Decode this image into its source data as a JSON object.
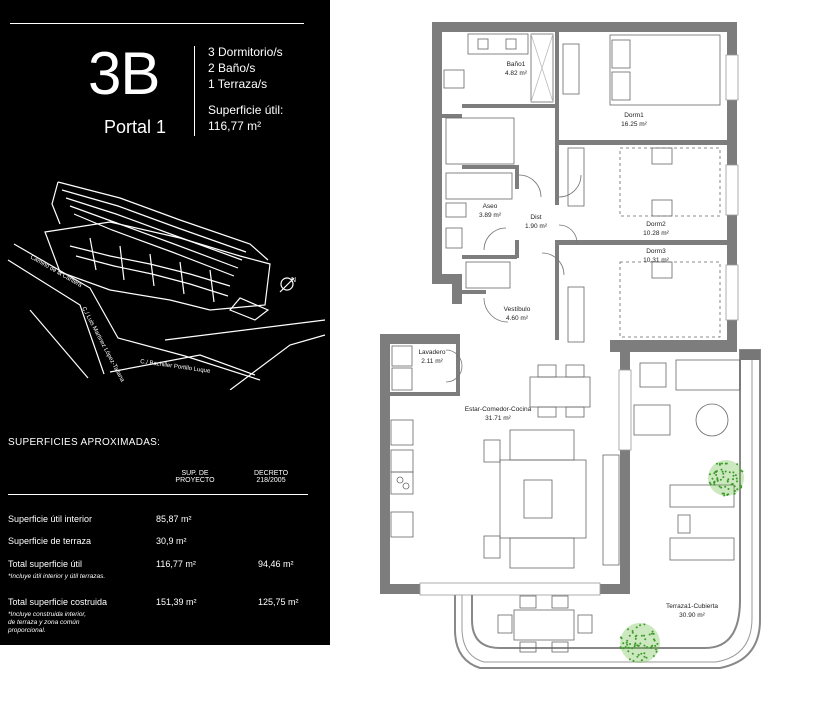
{
  "unit": {
    "code": "3B",
    "portal": "Portal 1",
    "features": [
      "3 Dormitorio/s",
      "2 Baño/s",
      "1 Terraza/s"
    ],
    "surface_label": "Superficie útil:",
    "surface_value": "116,77 m²"
  },
  "site_map": {
    "street_1": "Camino de la Cantera",
    "street_2": "C./ Luis Martinez López-Tallana",
    "street_3": "C./ Bachiller Portillo Luque",
    "north": "N"
  },
  "surfaces": {
    "title": "SUPERFICIES APROXIMADAS:",
    "col1": [
      "SUP. DE",
      "PROYECTO"
    ],
    "col2": [
      "DECRETO",
      "218/2005"
    ],
    "rows": [
      {
        "label": "Superficie útil interior",
        "value": "85,87  m²",
        "decreto": "",
        "note": []
      },
      {
        "label": "Superficie de terraza",
        "value": "30,9 m²",
        "decreto": "",
        "note": []
      },
      {
        "label": "Total superficie útil",
        "value": "116,77 m²",
        "decreto": "94,46 m²",
        "note": [
          "*Incluye útil interior y útil terrazas."
        ]
      },
      {
        "label": "Total superficie costruida",
        "value": "151,39 m²",
        "decreto": "125,75 m²",
        "note": [
          "*Incluye construida interior,",
          "de terraza y zona común",
          "proporcional."
        ]
      }
    ]
  },
  "rooms": [
    {
      "id": "bano1",
      "name": "Baño1",
      "area": "4.82 m²"
    },
    {
      "id": "dorm1",
      "name": "Dorm1",
      "area": "16.25 m²"
    },
    {
      "id": "aseo",
      "name": "Aseo",
      "area": "3.89 m²"
    },
    {
      "id": "dist",
      "name": "Dist",
      "area": "1.90 m²"
    },
    {
      "id": "dorm2",
      "name": "Dorm2",
      "area": "10.28 m²"
    },
    {
      "id": "dorm3",
      "name": "Dorm3",
      "area": "10.31 m²"
    },
    {
      "id": "vestibulo",
      "name": "Vestíbulo",
      "area": "4.60 m²"
    },
    {
      "id": "lavadero",
      "name": "Lavadero",
      "area": "2.11 m²"
    },
    {
      "id": "estar",
      "name": "Estar-Comedor-Cocina",
      "area": "31.71 m²"
    },
    {
      "id": "terraza",
      "name": "Terraza1-Cubierta",
      "area": "30.90 m²"
    }
  ]
}
